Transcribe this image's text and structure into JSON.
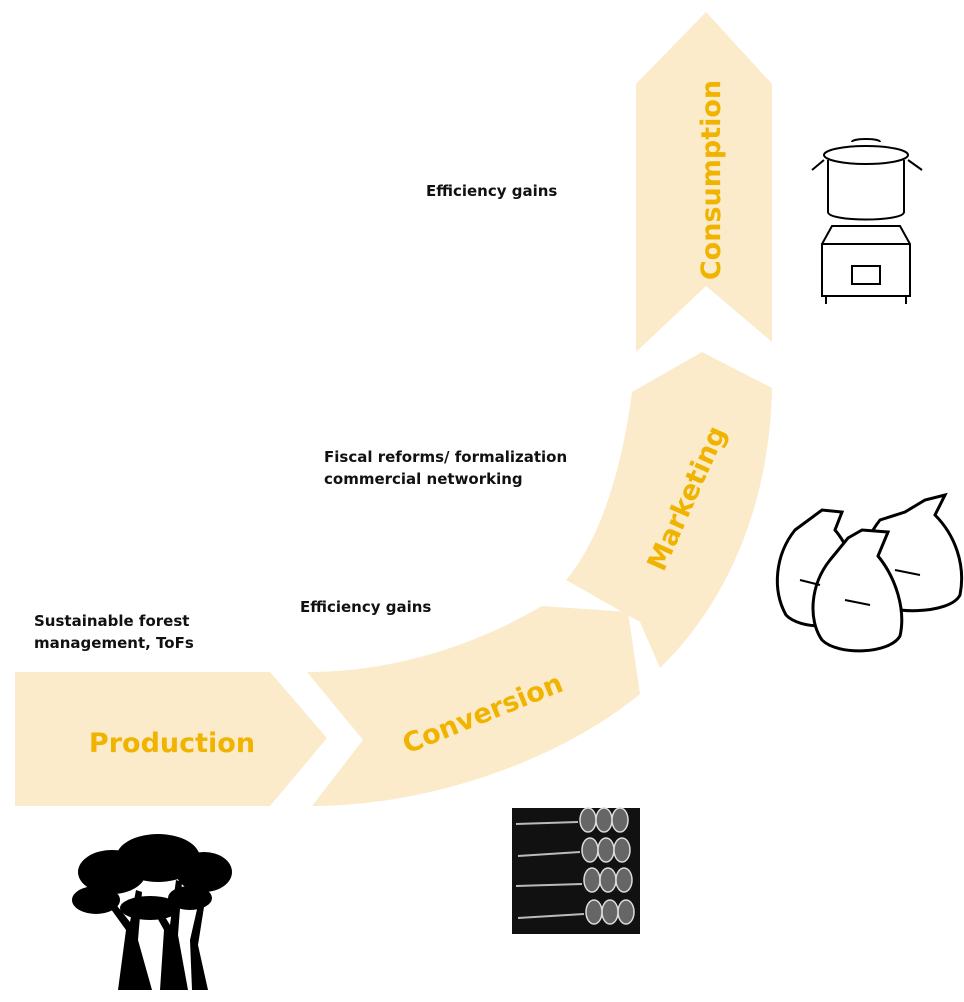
{
  "colors": {
    "arrow_fill": "#FBEBCB",
    "label": "#F0B400",
    "text": "#111111",
    "icon": "#000000"
  },
  "stages": {
    "production": "Production",
    "conversion": "Conversion",
    "marketing": "Marketing",
    "consumption": "Consumption"
  },
  "notes": {
    "production": [
      "Sustainable forest",
      "management, ToFs"
    ],
    "conversion": "Efficiency gains",
    "marketing": [
      "Fiscal reforms/ formalization",
      "commercial networking"
    ],
    "consumption": "Efficiency gains"
  },
  "icons": {
    "production": "trees-icon",
    "conversion": "stacked-wood-logs-icon",
    "marketing": "charcoal-sacks-icon",
    "consumption": "cooking-pot-on-stove-icon"
  }
}
